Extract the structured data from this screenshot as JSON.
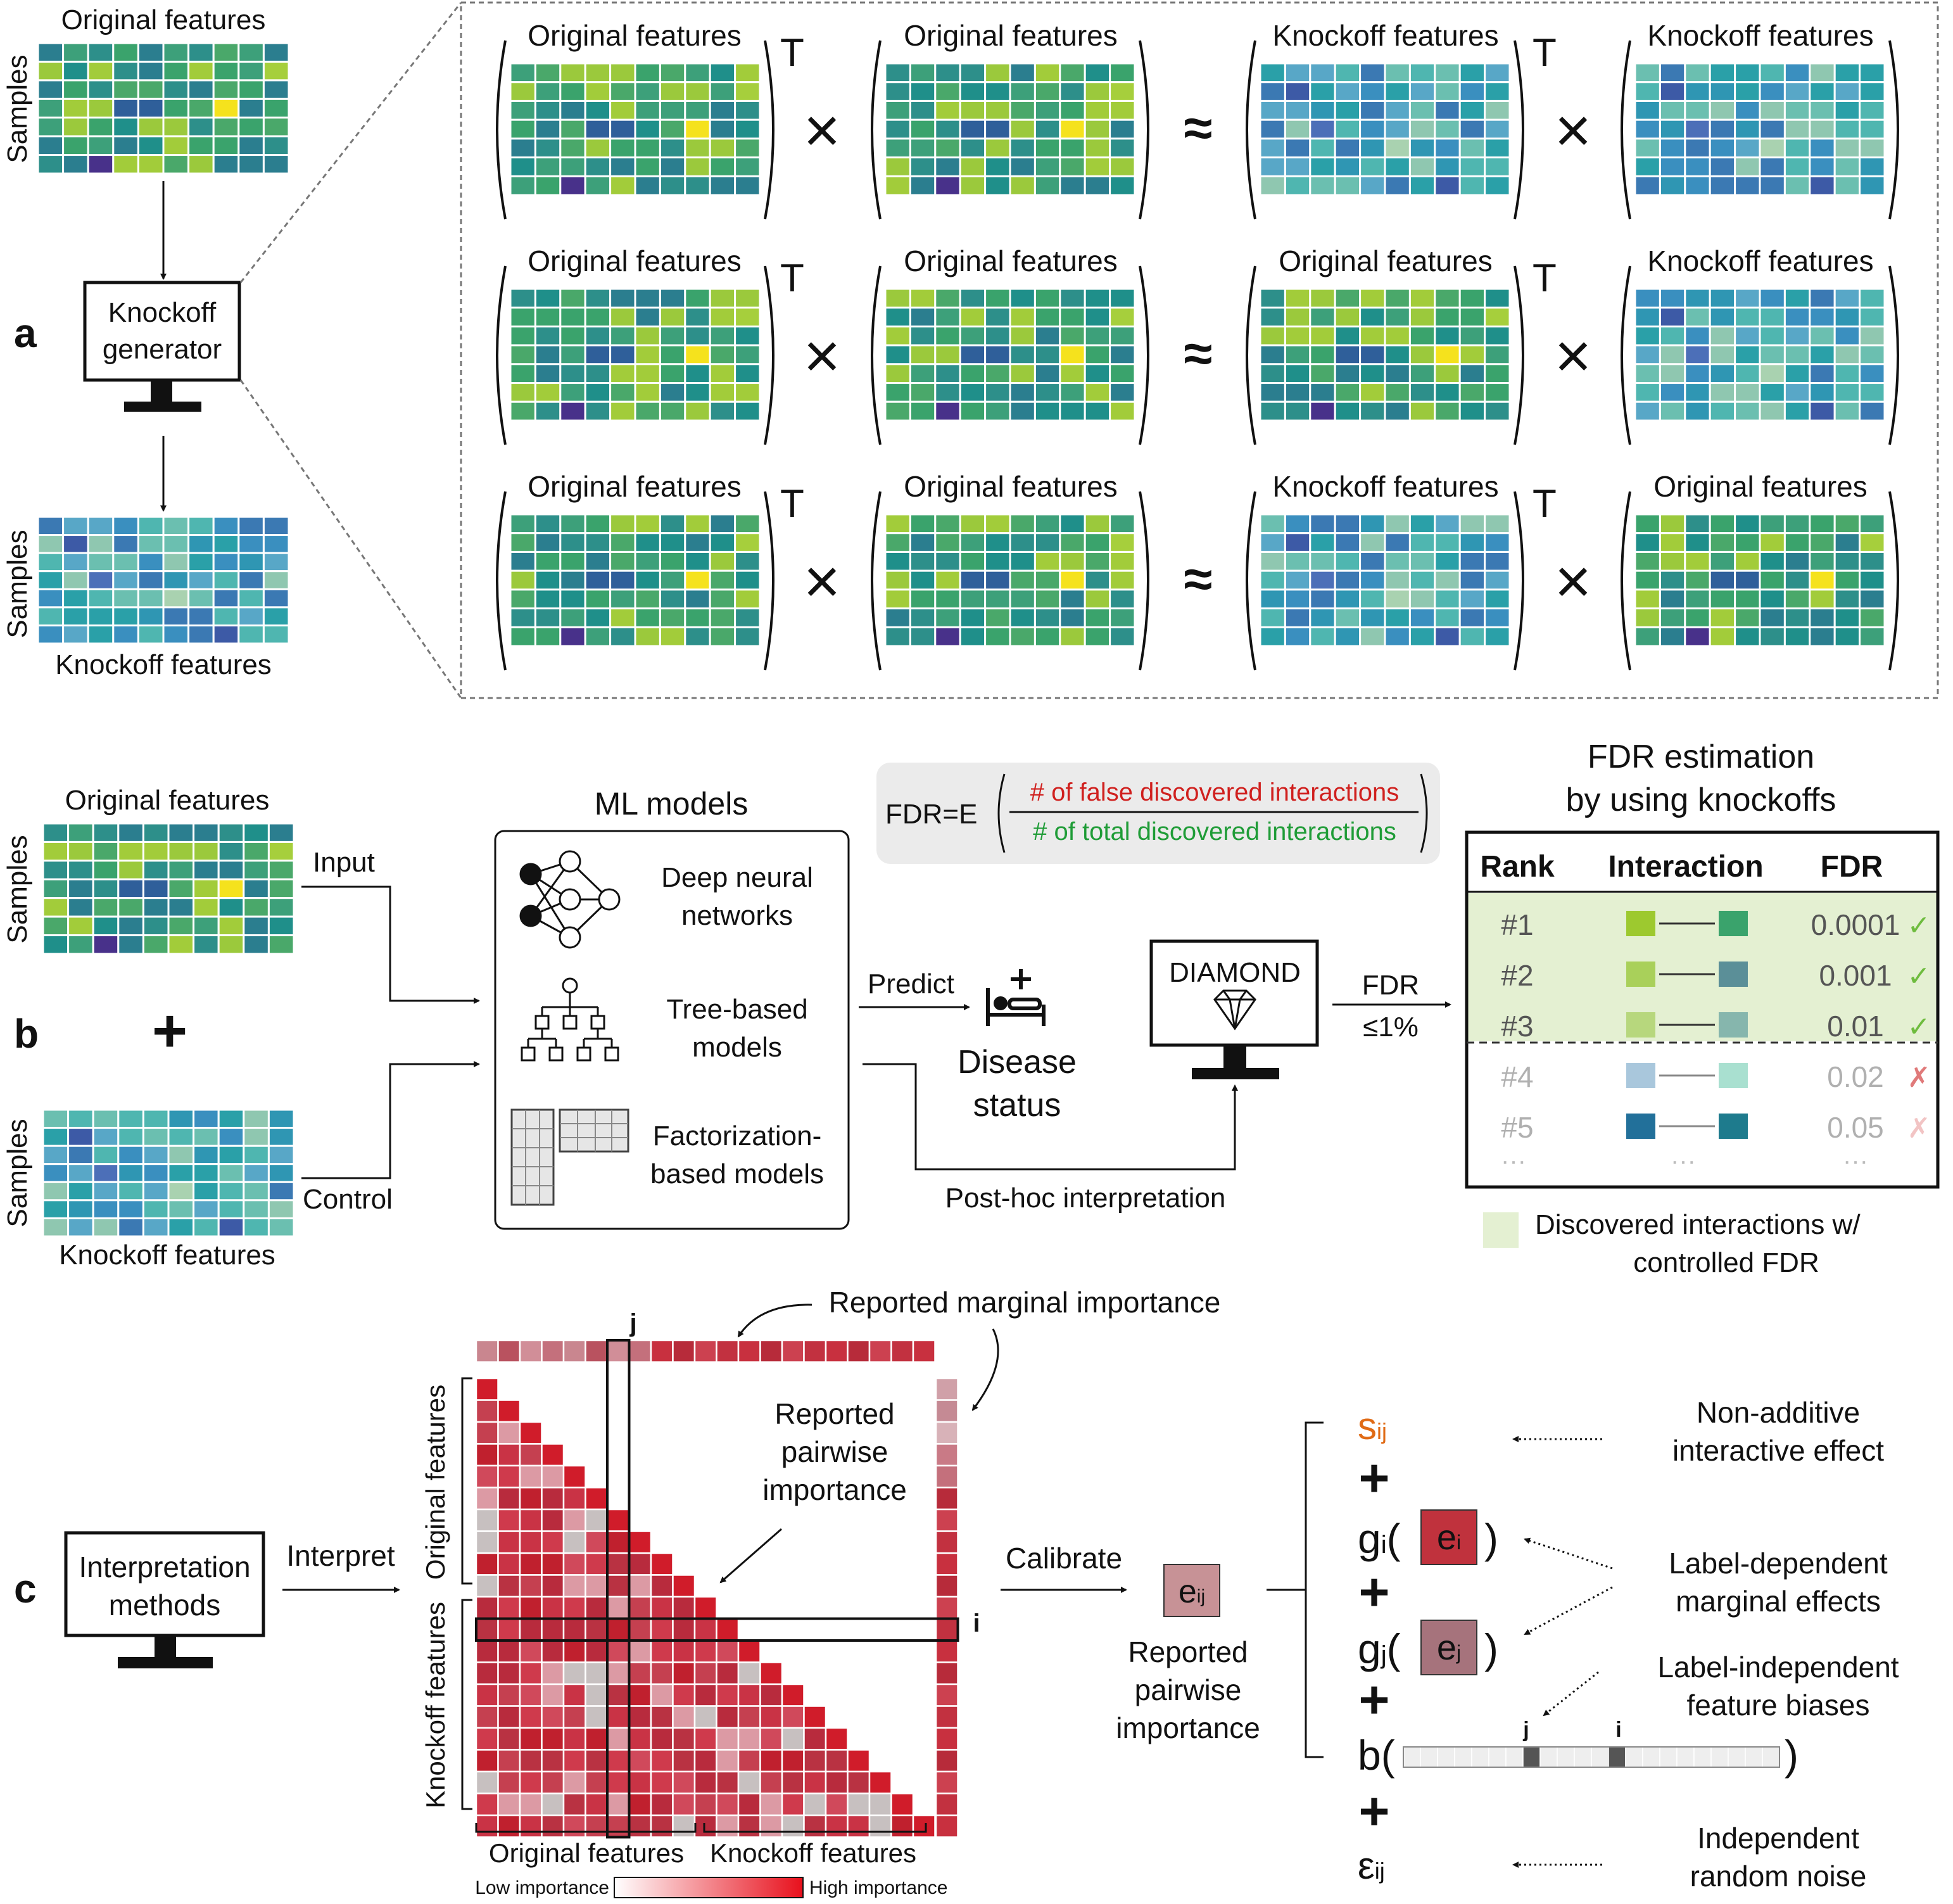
{
  "panel_a": {
    "letter": "a",
    "original_title": "Original features",
    "samples_label": "Samples",
    "generator_label_1": "Knockoff",
    "generator_label_2": "generator",
    "knockoff_label": "Knockoff features",
    "transpose": "T",
    "times": "×",
    "approx": "≈",
    "rows": [
      [
        "Original features",
        "Original features",
        "Knockoff features",
        "Knockoff features"
      ],
      [
        "Original features",
        "Original features",
        "Original features",
        "Knockoff features"
      ],
      [
        "Original features",
        "Original features",
        "Knockoff features",
        "Original features"
      ]
    ]
  },
  "panel_b": {
    "letter": "b",
    "original_title": "Original features",
    "samples_label": "Samples",
    "plus": "+",
    "knockoff_label": "Knockoff features",
    "input_label": "Input",
    "control_label": "Control",
    "ml_title": "ML models",
    "models": [
      [
        "Deep neural",
        "networks"
      ],
      [
        "Tree-based",
        "models"
      ],
      [
        "Factorization-",
        "based models"
      ]
    ],
    "predict_label": "Predict",
    "disease_1": "Disease",
    "disease_2": "status",
    "posthoc_label": "Post-hoc interpretation",
    "diamond_label": "DIAMOND",
    "fdr_arrow_1": "FDR",
    "fdr_arrow_2": "≤1%",
    "formula": {
      "lhs": "FDR=E",
      "numerator": "# of false discovered interactions",
      "denominator": "# of total discovered interactions"
    },
    "fdr_title_1": "FDR estimation",
    "fdr_title_2": "by using knockoffs",
    "table": {
      "headers": [
        "Rank",
        "Interaction",
        "FDR"
      ],
      "rows": [
        {
          "rank": "#1",
          "fdr": "0.0001",
          "mark": "✓",
          "c1": "#9dc92f",
          "c2": "#3aa36c"
        },
        {
          "rank": "#2",
          "fdr": "0.001",
          "mark": "✓",
          "c1": "#a9d05a",
          "c2": "#5b8f98"
        },
        {
          "rank": "#3",
          "fdr": "0.01",
          "mark": "✓",
          "c1": "#b7d77d",
          "c2": "#86b6ad"
        },
        {
          "rank": "#4",
          "fdr": "0.02",
          "mark": "✗",
          "c1": "#a9c7dc",
          "c2": "#a9e0d0"
        },
        {
          "rank": "#5",
          "fdr": "0.05",
          "mark": "✗",
          "c1": "#22709a",
          "c2": "#1e7b8d"
        }
      ],
      "ellipsis": "···"
    },
    "legend_1": "Discovered interactions w/",
    "legend_2": "controlled FDR"
  },
  "panel_c": {
    "letter": "c",
    "interp_1": "Interpretation",
    "interp_2": "methods",
    "interpret_label": "Interpret",
    "marginal_label": "Reported marginal importance",
    "pairwise_1": "Reported",
    "pairwise_2": "pairwise",
    "pairwise_3": "importance",
    "j_label": "j",
    "i_label": "i",
    "left_orig": "Original features",
    "left_knock": "Knockoff features",
    "bottom_orig": "Original features",
    "bottom_knock": "Knockoff features",
    "low_label": "Low importance",
    "high_label": "High importance",
    "calibrate_label": "Calibrate",
    "eij": "e",
    "eij_sub": "ij",
    "reported_1": "Reported",
    "reported_2": "pairwise",
    "reported_3": "importance",
    "terms": {
      "s": "s",
      "s_sub": "ij",
      "g": "g",
      "gi_sub": "i",
      "gj_sub": "j",
      "e": "e",
      "ei_sub": "i",
      "ej_sub": "j",
      "b": "b(",
      "eps": "ε",
      "eps_sub": "ij",
      "plus": "+",
      "open": "(",
      "close": ")"
    },
    "bar_j": "j",
    "bar_i": "i",
    "desc_nonadd_1": "Non-additive",
    "desc_nonadd_2": "interactive effect",
    "desc_label_dep_1": "Label-dependent",
    "desc_label_dep_2": "marginal effects",
    "desc_label_ind_1": "Label-independent",
    "desc_label_ind_2": "feature biases",
    "desc_noise_1": "Independent",
    "desc_noise_2": "random noise"
  },
  "colors": {
    "table_highlight": "#e4f0d2",
    "formula_bg": "#ebebeb",
    "red_text": "#d0201e",
    "green_text": "#1f9c37",
    "s_orange": "#e06b16",
    "check_green": "#6ebc3e",
    "cross_red": "#e07a7a",
    "heat_high": "#c01f2f"
  }
}
